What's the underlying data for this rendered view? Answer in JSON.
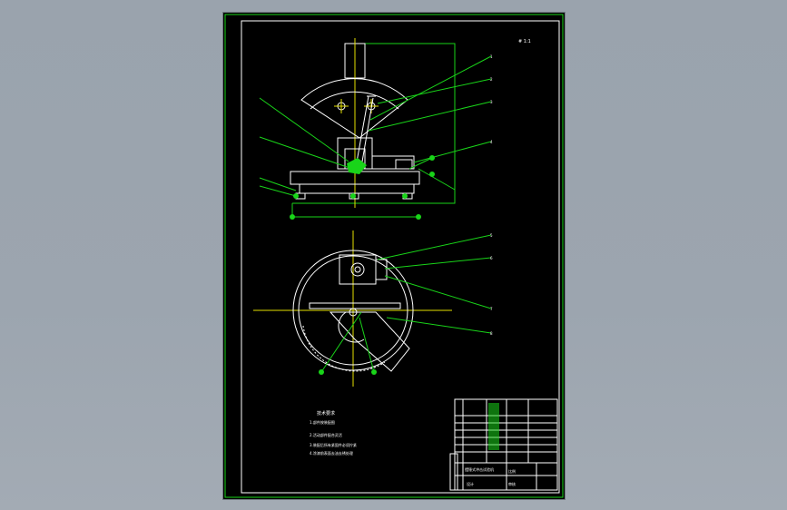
{
  "drawing": {
    "scale_note": "# 1:1",
    "technical_requirements": {
      "title": "技术要求",
      "lines": [
        "1.部件按装配图",
        "2.活动部件配合灵活",
        "3.装配后所有紧固件必须拧紧",
        "4.涂漆前表面去油去锈处理"
      ]
    },
    "title_block": {
      "drawing_name": "摆锤式冲击试验机",
      "designer_label": "设计",
      "checker_label": "审核",
      "scale_label": "比例",
      "parts_rows": 7
    },
    "colors": {
      "sheet": "#000000",
      "outline": "#ffffff",
      "leader": "#19d419",
      "center": "#e4e000",
      "background": "#9ca5af"
    }
  }
}
